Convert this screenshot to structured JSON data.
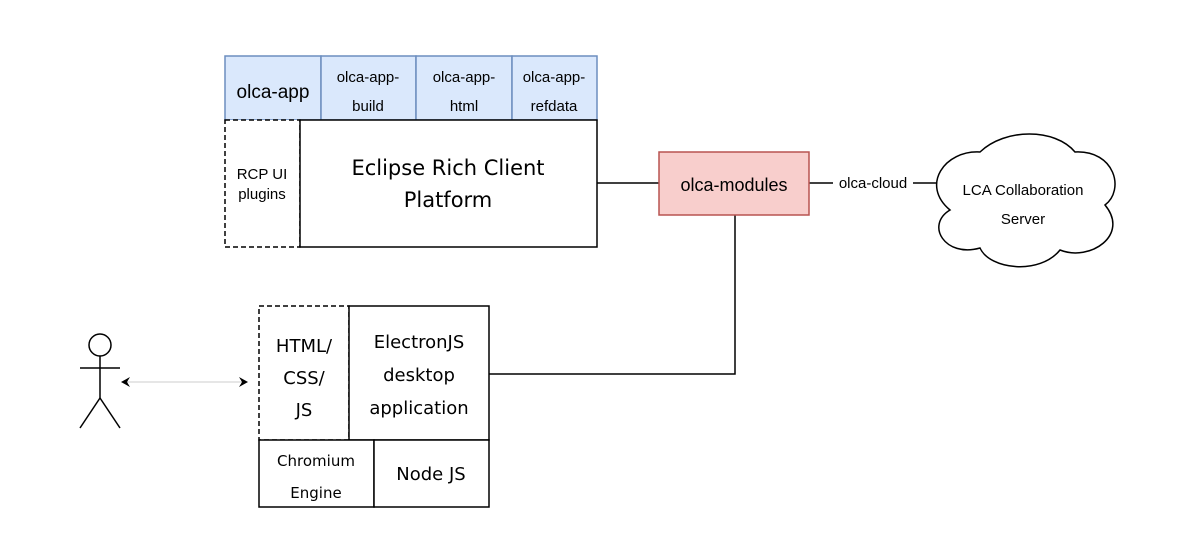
{
  "top_tabs": {
    "olca_app": "olca-app",
    "build": [
      "olca-app-",
      "build"
    ],
    "html": [
      "olca-app-",
      "html"
    ],
    "refdata": [
      "olca-app-",
      "refdata"
    ]
  },
  "rcp": {
    "ui_plugins": [
      "RCP UI",
      "plugins"
    ],
    "platform": [
      "Eclipse Rich Client",
      "Platform"
    ]
  },
  "modules": {
    "label": "olca-modules"
  },
  "cloud_link": {
    "label": "olca-cloud"
  },
  "server": {
    "label": [
      "LCA Collaboration",
      "Server"
    ]
  },
  "electron": {
    "web": [
      "HTML/",
      "CSS/",
      "JS"
    ],
    "app": [
      "ElectronJS",
      "desktop",
      "application"
    ],
    "chromium": [
      "Chromium",
      "Engine"
    ],
    "node": "Node JS"
  },
  "colors": {
    "tab_fill": "#dae8fc",
    "tab_stroke": "#6c8ebf",
    "modules_fill": "#f8cecc",
    "modules_stroke": "#b85450"
  }
}
